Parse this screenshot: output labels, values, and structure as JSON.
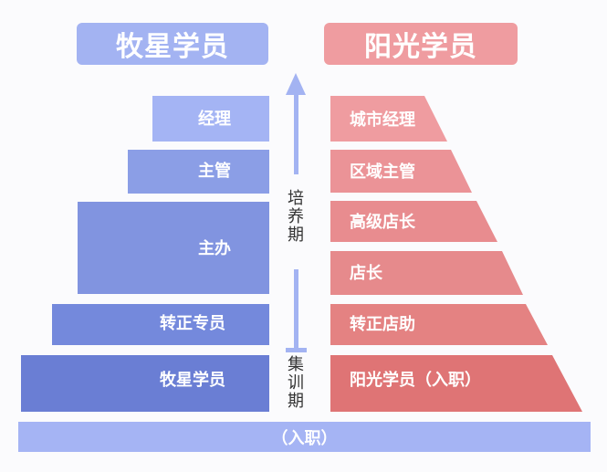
{
  "left_column": {
    "title": "牧星学员",
    "levels": [
      "经理",
      "主管",
      "主办",
      "转正专员",
      "牧星学员"
    ],
    "colors": [
      "#a4b4f4",
      "#8b9ee6",
      "#8194e0",
      "#7489dc",
      "#6a7ed4"
    ]
  },
  "right_column": {
    "title": "阳光学员",
    "levels": [
      "城市经理",
      "区域主管",
      "高级店长",
      "店长",
      "转正店助",
      "阳光学员（入职）"
    ],
    "colors": [
      "#ef9ca0",
      "#eb9397",
      "#e88c8f",
      "#e68a8c",
      "#e48282",
      "#df7475"
    ]
  },
  "center": {
    "upper_phase": "培养期",
    "lower_phase": "集训期",
    "arrow_color": "#a3b3f2"
  },
  "base": {
    "label": "（入职）"
  }
}
